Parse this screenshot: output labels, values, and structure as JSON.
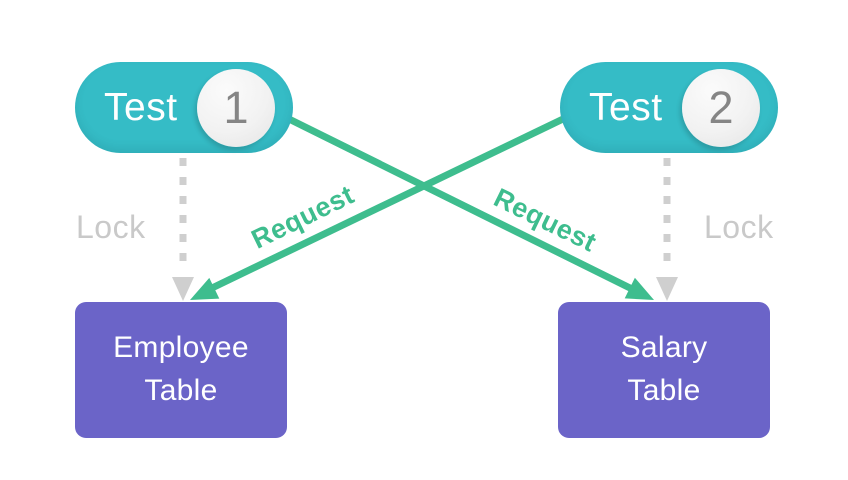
{
  "diagram": {
    "nodes": {
      "transactions": [
        {
          "label": "Test",
          "number": "1"
        },
        {
          "label": "Test",
          "number": "2"
        }
      ],
      "tables": [
        {
          "line1": "Employee",
          "line2": "Table"
        },
        {
          "line1": "Salary",
          "line2": "Table"
        }
      ]
    },
    "edges": {
      "locks": [
        {
          "label": "Lock",
          "from": "Test 1",
          "to": "Employee Table",
          "style": "dashed"
        },
        {
          "label": "Lock",
          "from": "Test 2",
          "to": "Salary Table",
          "style": "dashed"
        }
      ],
      "requests": [
        {
          "label": "Request",
          "from": "Test 1",
          "to": "Salary Table",
          "style": "solid"
        },
        {
          "label": "Request",
          "from": "Test 2",
          "to": "Employee Table",
          "style": "solid"
        }
      ]
    },
    "colors": {
      "teal": "#35bcc6",
      "purple": "#6b64c8",
      "green": "#3ebd8e",
      "gray_arrow": "#cfcfcf",
      "gray_text": "#c9c9c9",
      "badge_bg": "#f2f2f2",
      "badge_text": "#858585",
      "node_text": "#ffffff",
      "background": "#ffffff"
    }
  }
}
